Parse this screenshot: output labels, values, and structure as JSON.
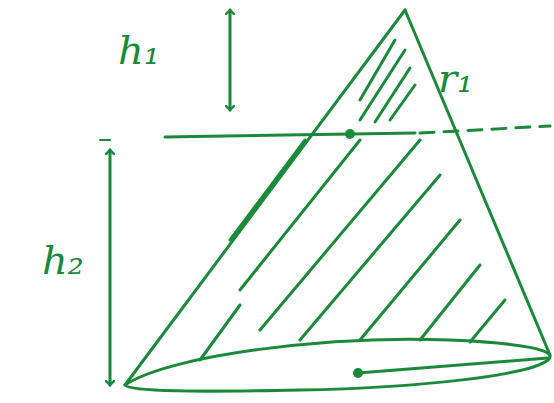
{
  "diagram": {
    "labels": [
      "h₁",
      "h₂",
      "r₁"
    ]
  }
}
